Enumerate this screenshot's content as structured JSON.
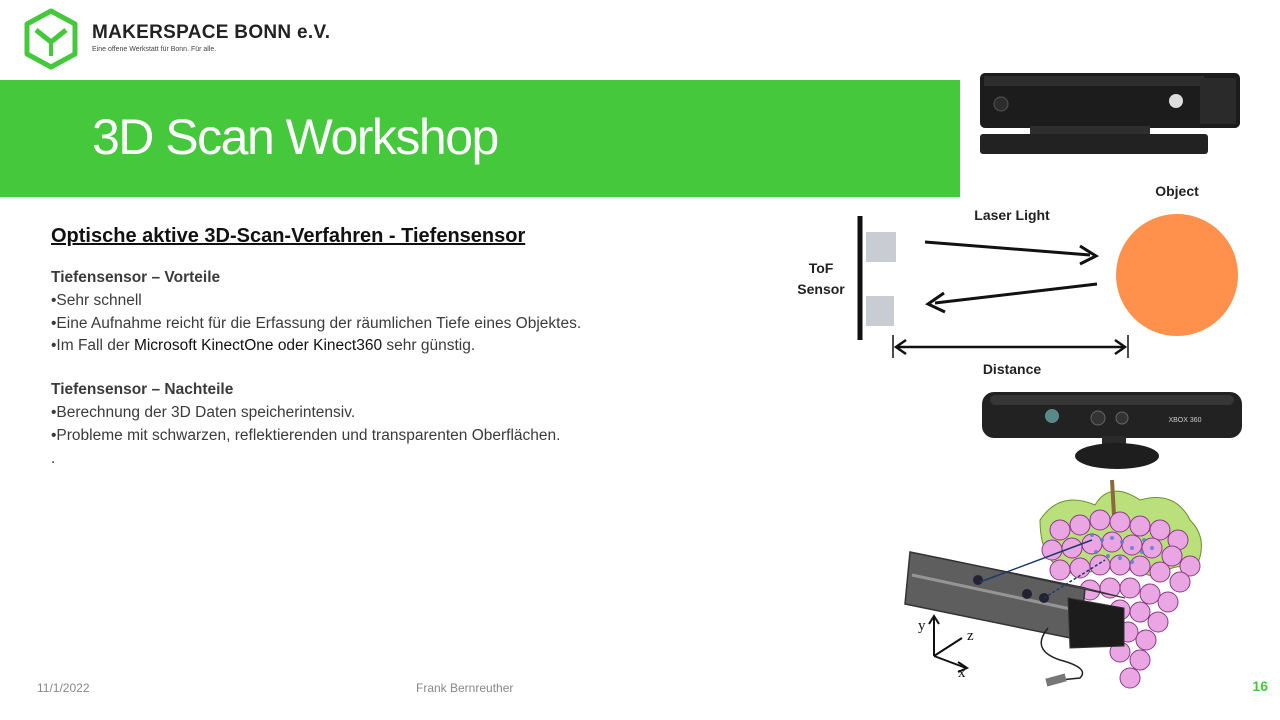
{
  "header": {
    "org_name": "MAKERSPACE BONN e.V.",
    "tagline": "Eine offene Werkstatt für Bonn. Für alle."
  },
  "banner": {
    "title": "3D Scan Workshop"
  },
  "content": {
    "heading": "Optische aktive  3D-Scan-Verfahren - Tiefensensor",
    "pros_title": "Tiefensensor – Vorteile",
    "pros": [
      "•Sehr schnell",
      "•Eine Aufnahme reicht für die Erfassung der räumlichen Tiefe eines Objektes."
    ],
    "pros_last_prefix": "•Im Fall der ",
    "pros_last_devices": "Microsoft KinectOne oder Kinect360",
    "pros_last_suffix": " sehr günstig.",
    "cons_title": "Tiefensensor – Nachteile",
    "cons": [
      "•Berechnung der 3D Daten speicherintensiv.",
      "•Probleme mit schwarzen, reflektierenden  und transparenten Oberflächen.",
      "."
    ]
  },
  "diagram": {
    "sensor_label_line1": "ToF",
    "sensor_label_line2": "Sensor",
    "laser_label": "Laser Light",
    "object_label": "Object",
    "distance_label": "Distance",
    "xbox_label": "XBOX 360",
    "axis_x": "x",
    "axis_y": "y",
    "axis_z": "z"
  },
  "footer": {
    "date": "11/1/2022",
    "author": "Frank Bernreuther",
    "page": "16"
  },
  "colors": {
    "brand_green": "#46c83c",
    "object_orange": "#ff914d",
    "grape_pink": "#e9a6e3"
  }
}
